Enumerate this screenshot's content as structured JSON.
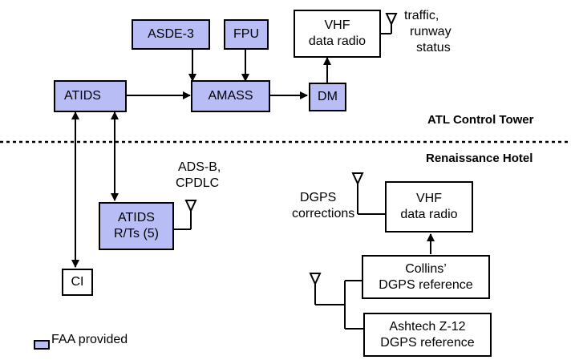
{
  "boxes": {
    "asde3": "ASDE-3",
    "fpu": "FPU",
    "vhf_top_line1": "VHF",
    "vhf_top_line2": "data radio",
    "atids": "ATIDS",
    "amass": "AMASS",
    "dm": "DM",
    "atids_rt_line1": "ATIDS",
    "atids_rt_line2": "R/Ts (5)",
    "ci": "CI",
    "vhf_bottom_line1": "VHF",
    "vhf_bottom_line2": "data radio",
    "collins_line1": "Collins’",
    "collins_line2": "DGPS reference",
    "ashtech_line1": "Ashtech Z-12",
    "ashtech_line2": "DGPS reference"
  },
  "annotations": {
    "traffic_line1": "traffic,",
    "traffic_line2": "runway",
    "traffic_line3": "status",
    "adsb_line1": "ADS-B,",
    "adsb_line2": "CPDLC",
    "dgps_line1": "DGPS",
    "dgps_line2": "corrections"
  },
  "sections": {
    "tower": "ATL Control Tower",
    "hotel": "Renaissance Hotel"
  },
  "legend": {
    "label": "FAA provided"
  },
  "colors": {
    "faa_fill": "#b8bdf5",
    "line": "#000000"
  },
  "icons": [
    "antenna-icon"
  ]
}
